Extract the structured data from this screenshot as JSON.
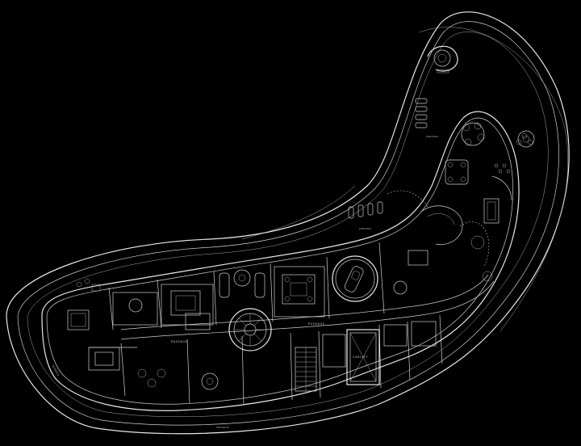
{
  "plan": {
    "labels": {
      "passage_left": "PASSAGE",
      "passage_right": "PASSAGE",
      "carlift": "CARLIFT",
      "parking_top_left": "PARKING",
      "parking_top_right": "PARKING",
      "terrace_bottom": "TERRACE",
      "terrace_left": "TERRACE"
    }
  }
}
